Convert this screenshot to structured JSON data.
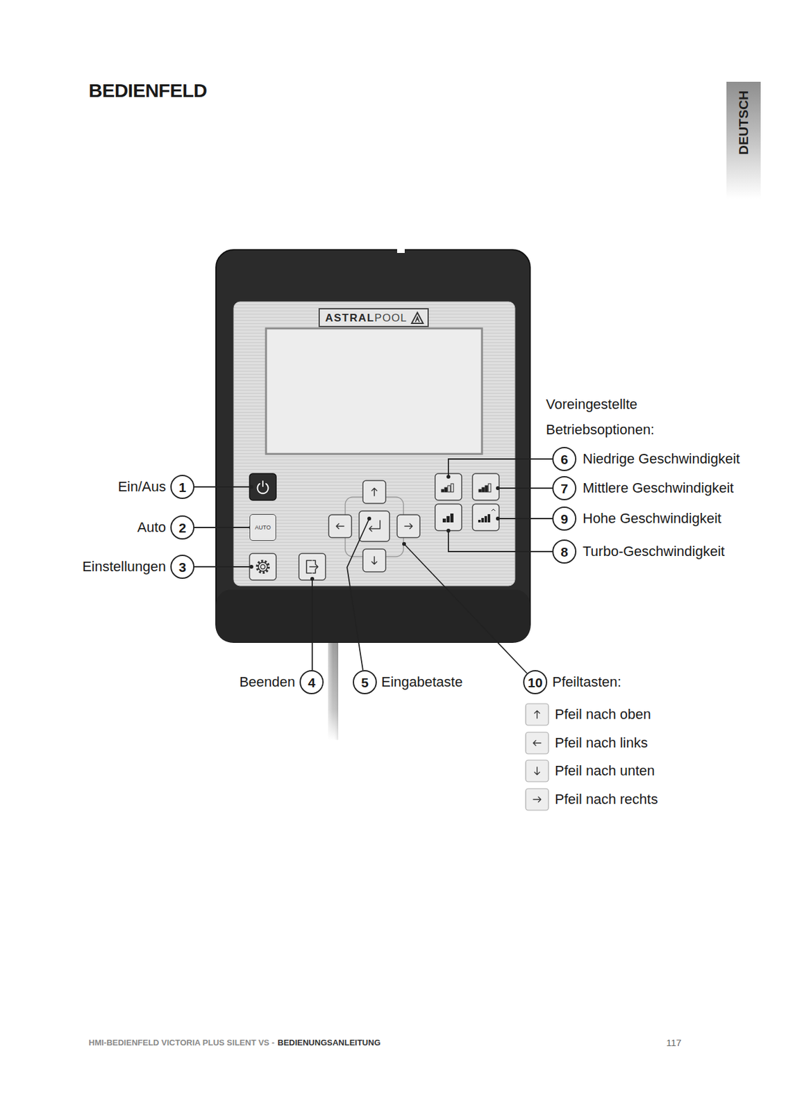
{
  "diagram": {
    "title": "BEDIENFELD",
    "nodes": [
      {
        "text": [
          "DEUTSCH"
        ]
      },
      {
        "text": [
          "ASTRAL",
          "POOL"
        ]
      },
      {
        "text": [
          "1"
        ]
      },
      {
        "text": [
          "2"
        ]
      },
      {
        "text": [
          "3"
        ]
      },
      {
        "text": [
          "AUTO"
        ]
      },
      {
        "text": [
          "6"
        ]
      },
      {
        "text": [
          "7"
        ]
      },
      {
        "text": [
          "9"
        ]
      },
      {
        "text": [
          "8"
        ]
      },
      {
        "text": [
          "4"
        ]
      },
      {
        "text": [
          "5"
        ]
      },
      {
        "text": [
          "10"
        ]
      }
    ],
    "edges": [
      {
        "from": 3,
        "to": 5,
        "arrow": "none"
      }
    ],
    "labels": [
      "Ein/Aus",
      "Auto",
      "Einstellungen",
      "Voreingestellte Betriebsoptionen:",
      "Niedrige Geschwindigkeit",
      "Mittlere Geschwindigkeit",
      "Hohe Geschwindigkeit",
      "Turbo-Geschwindigkeit",
      "Beenden",
      "Eingabetaste",
      "Pfeiltasten:",
      "Pfeil nach oben",
      "Pfeil nach links",
      "Pfeil nach unten",
      "Pfeil nach rechts",
      "HMI-BEDIENFELD VICTORIA PLUS SILENT VS -",
      "BEDIENUNGSANLEITUNG",
      "117"
    ]
  }
}
